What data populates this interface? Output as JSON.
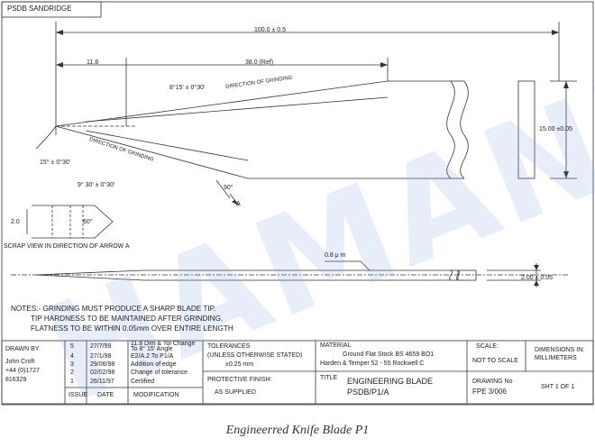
{
  "header_tag": "PSDB SANDRIDGE",
  "watermark": "HAMANI",
  "dimensions": {
    "overall": "100.0 ± 0.5",
    "left": "11.8",
    "ref": "38.0 (Ref)",
    "angle_top": "8°15' ± 0°30'",
    "angle_bottom": "9° 30' ± 0°30'",
    "angle_15": "15° ± 0°30'",
    "width": "15.00 ±0.05",
    "angle_90": "90°",
    "arrow_a": "A",
    "scrap_20": "2.0",
    "scrap_60": "60°",
    "thickness": "2.00 ± 0.05",
    "surface": "0.8 μ m"
  },
  "grinding_top": "DIRECTION OF GRINDING",
  "grinding_bottom": "DIRECTION OF GRINDING",
  "scrap_caption": "SCRAP VIEW IN DIRECTION OF ARROW A",
  "notes": [
    "NOTES:- GRINDING MUST PRODUCE A SHARP BLADE TIP.",
    "TIP HARDNESS TO BE MAINTAINED AFTER GRINDING.",
    "FLATNESS TO BE WITHIN 0.05mm OVER ENTIRE LENGTH"
  ],
  "title_block": {
    "drawn_by_label": "DRAWN BY",
    "drawn_by_name": "John Croft",
    "phone1": "+44 (0)1727",
    "phone2": "816329",
    "issue_label": "ISSUE",
    "date_label": "DATE",
    "modification_label": "MODIFICATION",
    "revisions": [
      {
        "issue": "5",
        "date": "27/7/99",
        "mod": "11.8 Dim & Tol Change To 8° 15' Angle"
      },
      {
        "issue": "4",
        "date": "27/1/98",
        "mod": "E2/A.2 To P1/A"
      },
      {
        "issue": "3",
        "date": "29/06/98",
        "mod": "Addition of edge"
      },
      {
        "issue": "2",
        "date": "02/02/98",
        "mod": "Change of tolerance"
      },
      {
        "issue": "1",
        "date": "26/11/97",
        "mod": "Certified"
      }
    ],
    "tolerances_label": "TOLERANCES",
    "tolerances_sub": "(UNLESS OTHERWISE STATED)",
    "tolerances_value": "±0.25 mm",
    "finish_label": "PROTECTIVE FINISH:",
    "finish_value": "AS SUPPLIED",
    "material_label": "MATERIAL",
    "material_line1": "Ground Flat Stock BS 4659 BO1",
    "material_line2": "Harden & Temper 52 - 55 Rockwell C",
    "scale_label": "SCALE:",
    "scale_value": "NOT TO SCALE",
    "dim_label": "DIMENSIONS IN:",
    "dim_value": "MILLIMETERS",
    "title_label": "TITLE",
    "title_line1": "ENGINEERING BLADE",
    "title_line2": "PSDB/P1/A",
    "drawing_label": "DRAWING No",
    "drawing_value": "FPE 3/006",
    "sheet": "SHT 1 OF 1"
  },
  "caption": "Engineerred Knife Blade P1"
}
